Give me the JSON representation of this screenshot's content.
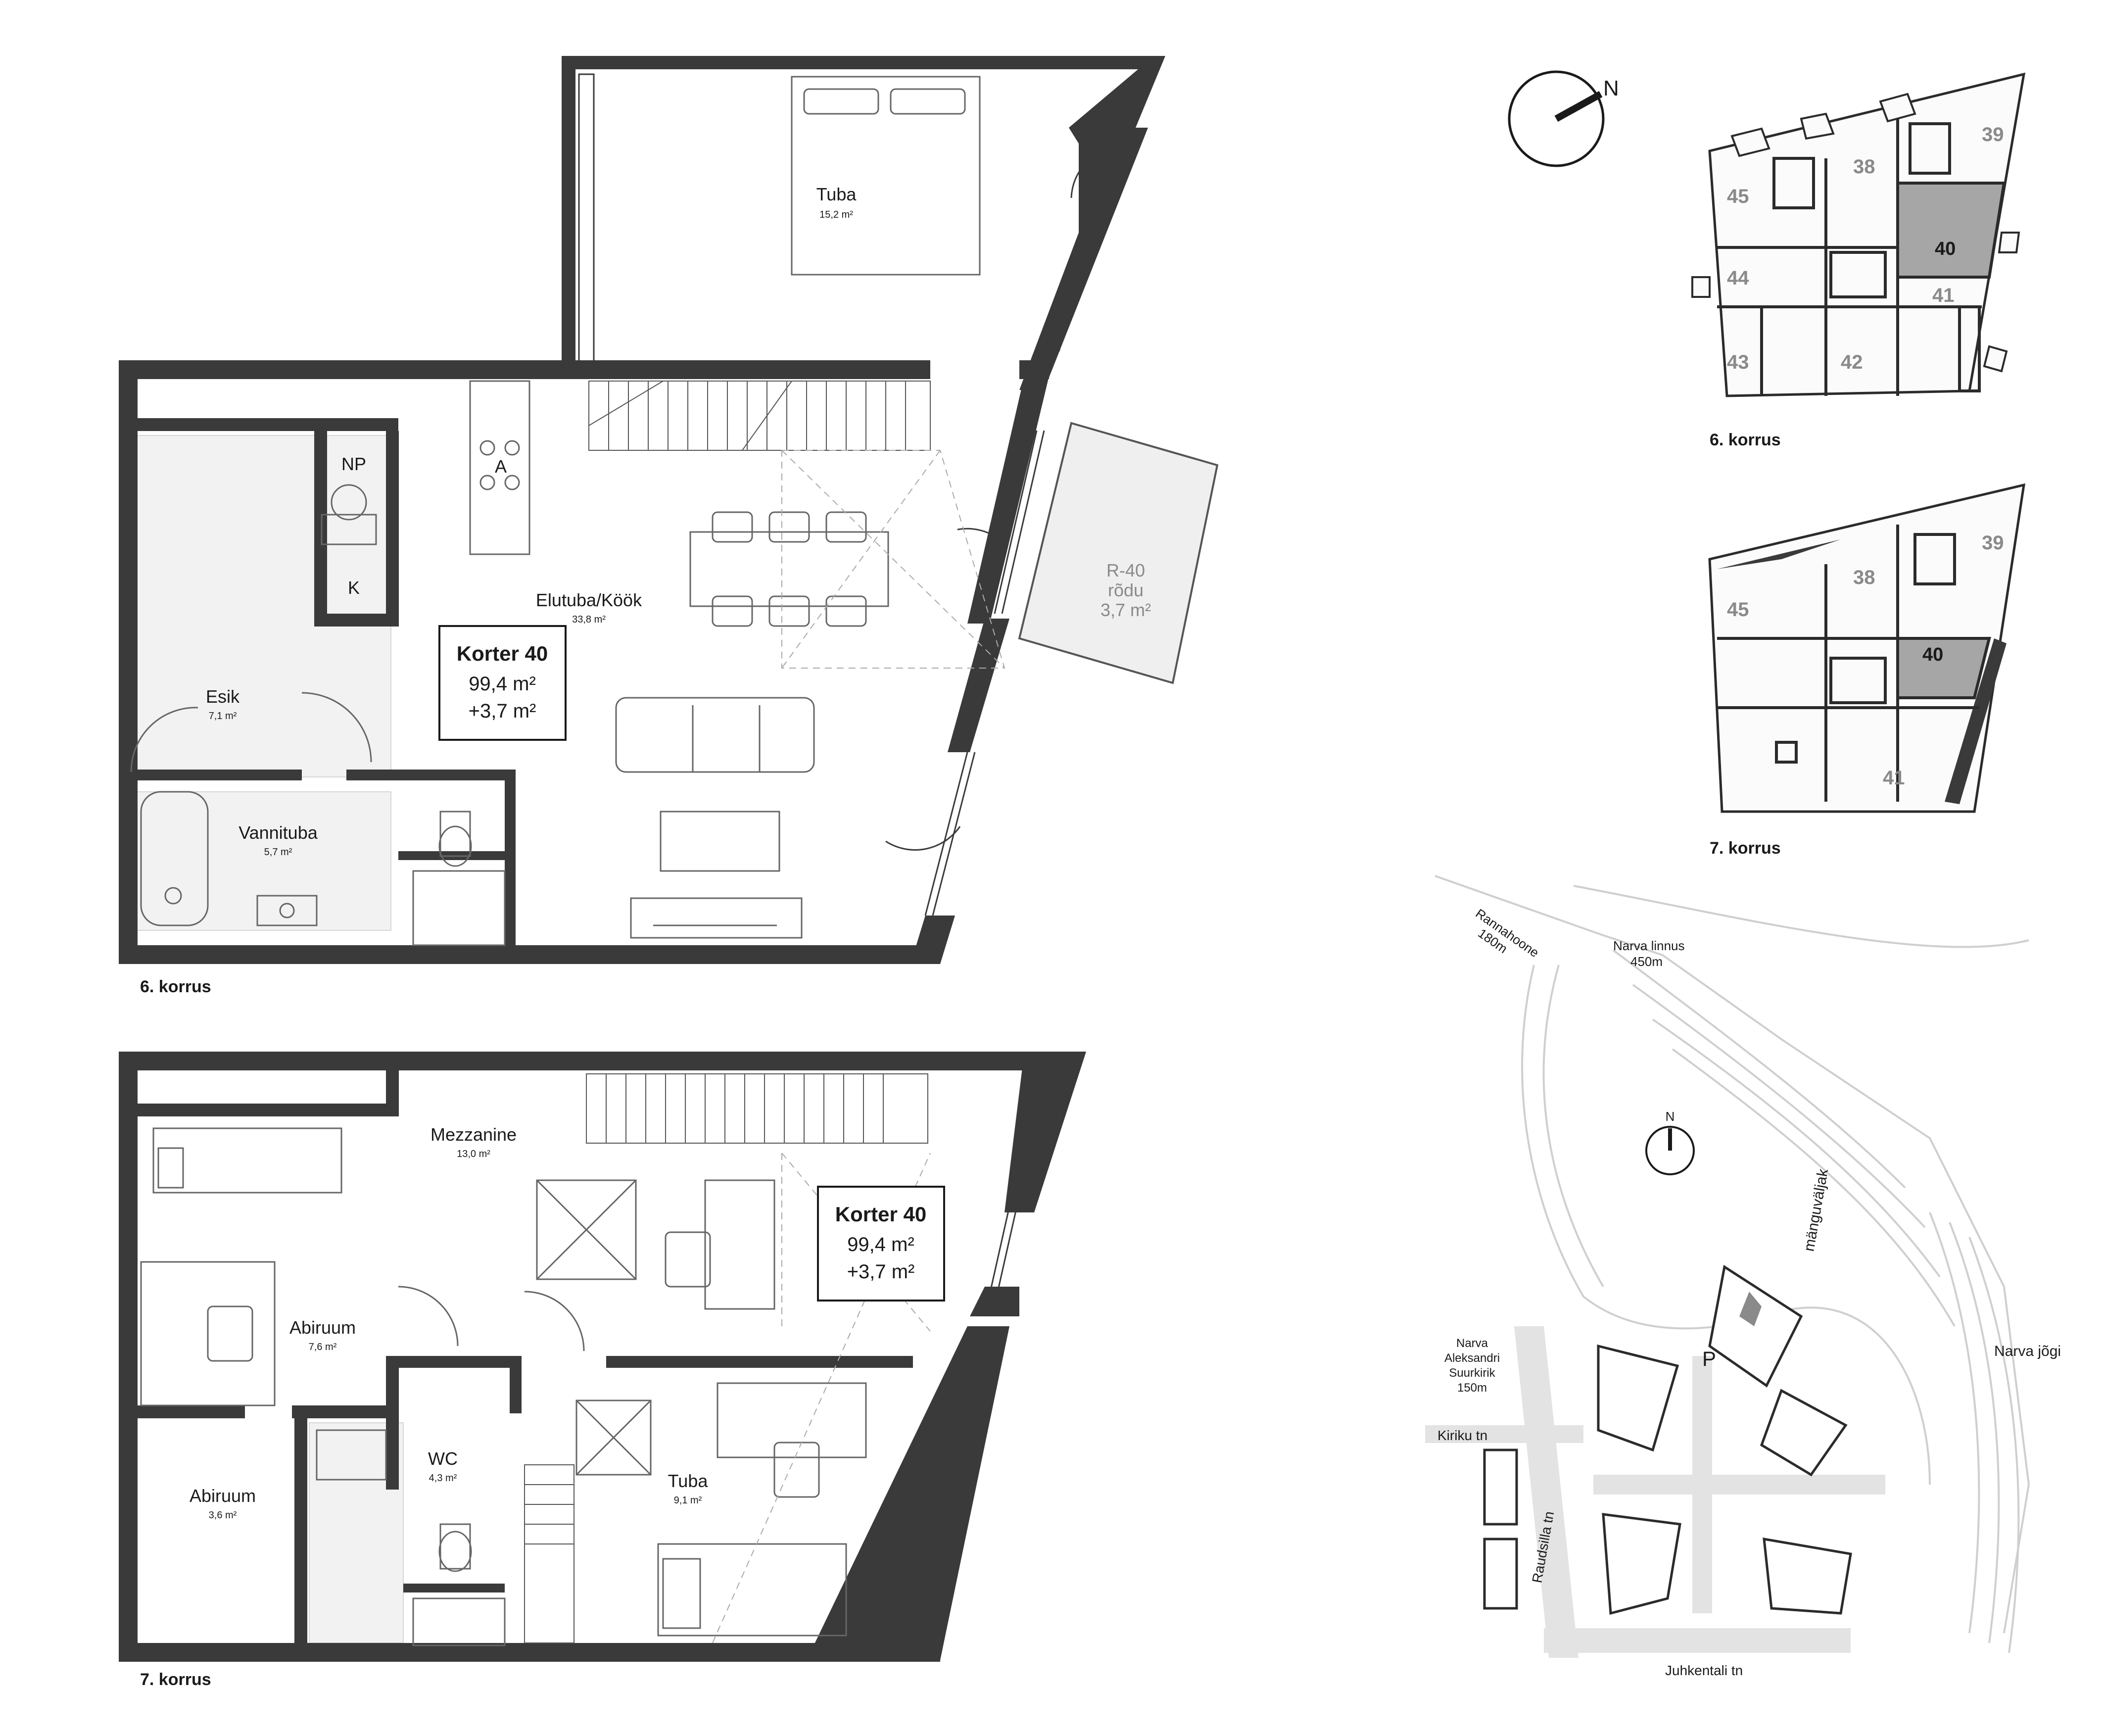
{
  "plan_6": {
    "caption": "6. korrus",
    "rooms": {
      "tuba": {
        "name": "Tuba",
        "area": "15,2 m²"
      },
      "elutuba": {
        "name": "Elutuba/Köök",
        "area": "33,8 m²"
      },
      "esik": {
        "name": "Esik",
        "area": "7,1 m²"
      },
      "vannituba": {
        "name": "Vannituba",
        "area": "5,7 m²"
      },
      "np": "NP",
      "k": "K",
      "a": "A",
      "rodu": {
        "code": "R-40",
        "name": "rõdu",
        "area": "3,7 m²"
      }
    },
    "info": {
      "title": "Korter 40",
      "area": "99,4 m²",
      "balcony": "+3,7 m²"
    }
  },
  "plan_7": {
    "caption": "7. korrus",
    "rooms": {
      "mezzanine": {
        "name": "Mezzanine",
        "area": "13,0 m²"
      },
      "abiruum1": {
        "name": "Abiruum",
        "area": "7,6 m²"
      },
      "abiruum2": {
        "name": "Abiruum",
        "area": "3,6 m²"
      },
      "wc": {
        "name": "WC",
        "area": "4,3 m²"
      },
      "tuba": {
        "name": "Tuba",
        "area": "9,1 m²"
      }
    },
    "info": {
      "title": "Korter 40",
      "area": "99,4 m²",
      "balcony": "+3,7 m²"
    }
  },
  "compass": {
    "north": "N"
  },
  "key_6": {
    "caption": "6. korrus",
    "units": [
      "38",
      "39",
      "40",
      "41",
      "42",
      "43",
      "44",
      "45"
    ],
    "highlight": "40"
  },
  "key_7": {
    "caption": "7. korrus",
    "units": [
      "38",
      "39",
      "40",
      "41",
      "45"
    ],
    "highlight": "40"
  },
  "site": {
    "north": "N",
    "rannahoone": {
      "name": "Rannahoone",
      "dist": "180m"
    },
    "narva_linnus": {
      "name": "Narva linnus",
      "dist": "450m"
    },
    "manguvaljak": "mänguväljak",
    "narva_jogi": "Narva jõgi",
    "church": {
      "line1": "Narva",
      "line2": "Aleksandri",
      "line3": "Suurkirik",
      "dist": "150m"
    },
    "kiriku": "Kiriku tn",
    "raudsilla": "Raudsilla tn",
    "juhkentali": "Juhkentali tn",
    "parking": "P"
  },
  "colors": {
    "wall": "#3a3a3a",
    "highlight": "#a6a6a6",
    "site_line": "#cfcfcf"
  }
}
